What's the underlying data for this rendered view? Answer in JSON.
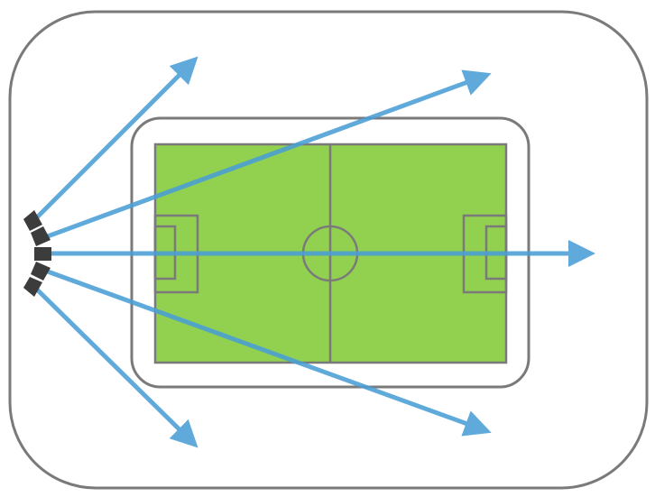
{
  "colors": {
    "background": "#ffffff",
    "outline": "#7a7a7a",
    "pitch_fill": "#92d050",
    "pitch_lines": "#7a7a7a",
    "arrow": "#4a9fd6",
    "speaker": "#3c3c3c"
  },
  "icons": {
    "speaker_array": "speaker-array-icon",
    "arrow": "arrow-icon"
  },
  "diagram": {
    "stadium_outline": true,
    "inner_bowl_outline": true,
    "pitch": "football-pitch",
    "speaker_cabinets": 5,
    "arrow_count": 5
  }
}
